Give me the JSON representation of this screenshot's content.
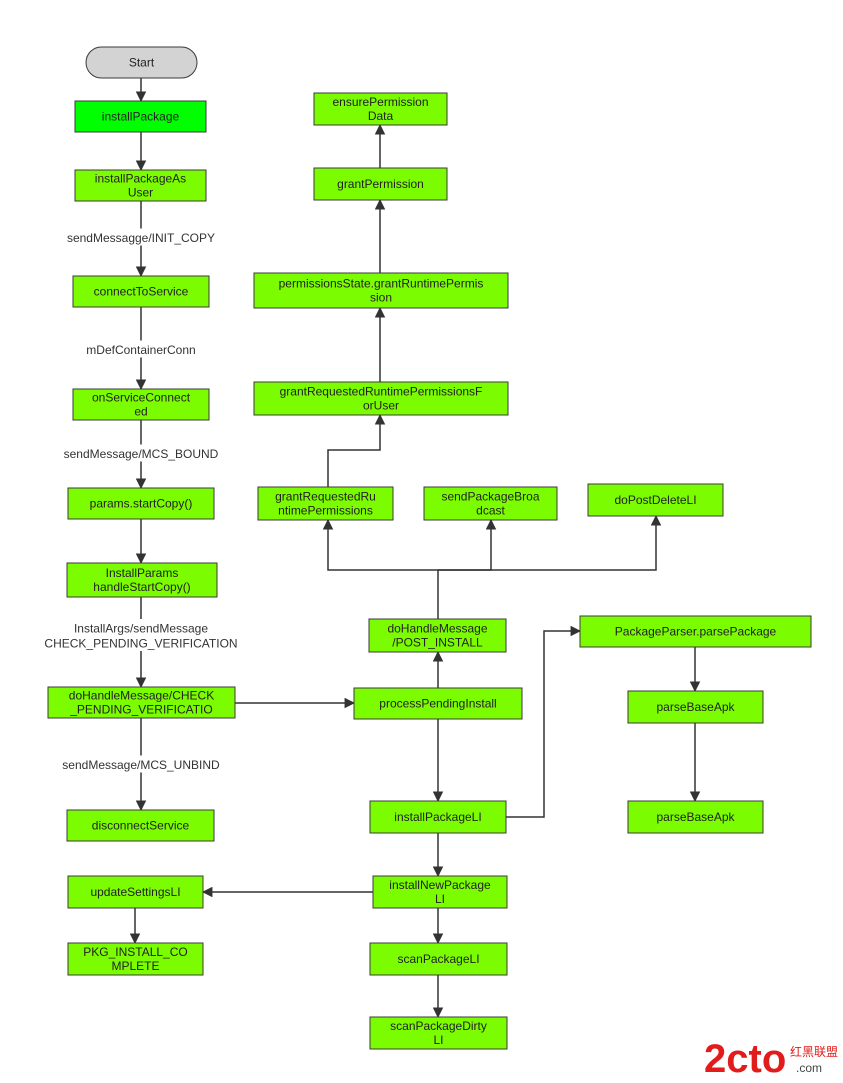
{
  "colors": {
    "node_fill": "#7cfc00",
    "node_fill_highlight": "#00ff00",
    "start_fill": "#d3d3d3"
  },
  "nodes": [
    {
      "id": "start",
      "lines": [
        "Start"
      ],
      "shape": "pill"
    },
    {
      "id": "installPackage",
      "lines": [
        "installPackage"
      ],
      "highlight": true
    },
    {
      "id": "installPackageAsUser",
      "lines": [
        "installPackageAs",
        "User"
      ]
    },
    {
      "id": "connectToService",
      "lines": [
        "connectToService"
      ]
    },
    {
      "id": "onServiceConnected",
      "lines": [
        "onServiceConnect",
        "ed"
      ]
    },
    {
      "id": "paramsStartCopy",
      "lines": [
        "params.startCopy()"
      ]
    },
    {
      "id": "installParamsHandleStartCopy",
      "lines": [
        "InstallParams",
        "handleStartCopy()"
      ]
    },
    {
      "id": "doHandleMessageCheck",
      "lines": [
        "doHandleMessage/CHECK",
        "_PENDING_VERIFICATIO"
      ]
    },
    {
      "id": "disconnectService",
      "lines": [
        "disconnectService"
      ]
    },
    {
      "id": "processPendingInstall",
      "lines": [
        "processPendingInstall"
      ]
    },
    {
      "id": "doHandleMessagePost",
      "lines": [
        "doHandleMessage",
        "/POST_INSTALL"
      ]
    },
    {
      "id": "grantRequestedRuntimePermissions",
      "lines": [
        "grantRequestedRu",
        "ntimePermissions"
      ]
    },
    {
      "id": "sendPackageBroadcast",
      "lines": [
        "sendPackageBroa",
        "dcast"
      ]
    },
    {
      "id": "doPostDeleteLI",
      "lines": [
        "doPostDeleteLI"
      ]
    },
    {
      "id": "grantRequestedRuntimePermissionsForUser",
      "lines": [
        "grantRequestedRuntimePermissionsF",
        "orUser"
      ]
    },
    {
      "id": "permissionsStateGrant",
      "lines": [
        "permissionsState.grantRuntimePermis",
        "sion"
      ]
    },
    {
      "id": "grantPermission",
      "lines": [
        "grantPermission"
      ]
    },
    {
      "id": "ensurePermissionData",
      "lines": [
        "ensurePermission",
        "Data"
      ]
    },
    {
      "id": "installPackageLI",
      "lines": [
        "installPackageLI"
      ]
    },
    {
      "id": "packageParserParsePackage",
      "lines": [
        "PackageParser.parsePackage"
      ]
    },
    {
      "id": "parseBaseApk1",
      "lines": [
        "parseBaseApk"
      ]
    },
    {
      "id": "parseBaseApk2",
      "lines": [
        "parseBaseApk"
      ]
    },
    {
      "id": "installNewPackageLI",
      "lines": [
        "installNewPackage",
        "LI"
      ]
    },
    {
      "id": "updateSettingsLI",
      "lines": [
        "updateSettingsLI"
      ]
    },
    {
      "id": "pkgInstallComplete",
      "lines": [
        "PKG_INSTALL_CO",
        "MPLETE"
      ]
    },
    {
      "id": "scanPackageLI",
      "lines": [
        "scanPackageLI"
      ]
    },
    {
      "id": "scanPackageDirtyLI",
      "lines": [
        "scanPackageDirty",
        "LI"
      ]
    }
  ],
  "edges": [
    {
      "from": "start",
      "to": "installPackage"
    },
    {
      "from": "installPackage",
      "to": "installPackageAsUser"
    },
    {
      "from": "installPackageAsUser",
      "to": "connectToService",
      "label": [
        "sendMessagge/INIT_COPY"
      ]
    },
    {
      "from": "connectToService",
      "to": "onServiceConnected",
      "label": [
        "mDefContainerConn"
      ]
    },
    {
      "from": "onServiceConnected",
      "to": "paramsStartCopy",
      "label": [
        "sendMessage/MCS_BOUND"
      ]
    },
    {
      "from": "paramsStartCopy",
      "to": "installParamsHandleStartCopy"
    },
    {
      "from": "installParamsHandleStartCopy",
      "to": "doHandleMessageCheck",
      "label": [
        "InstallArgs/sendMessage",
        "CHECK_PENDING_VERIFICATION"
      ]
    },
    {
      "from": "doHandleMessageCheck",
      "to": "disconnectService",
      "label": [
        "sendMessage/MCS_UNBIND"
      ]
    },
    {
      "from": "doHandleMessageCheck",
      "to": "processPendingInstall"
    },
    {
      "from": "processPendingInstall",
      "to": "doHandleMessagePost"
    },
    {
      "from": "doHandleMessagePost",
      "to": "grantRequestedRuntimePermissions"
    },
    {
      "from": "doHandleMessagePost",
      "to": "sendPackageBroadcast"
    },
    {
      "from": "doHandleMessagePost",
      "to": "doPostDeleteLI"
    },
    {
      "from": "grantRequestedRuntimePermissions",
      "to": "grantRequestedRuntimePermissionsForUser"
    },
    {
      "from": "grantRequestedRuntimePermissionsForUser",
      "to": "permissionsStateGrant"
    },
    {
      "from": "permissionsStateGrant",
      "to": "grantPermission"
    },
    {
      "from": "grantPermission",
      "to": "ensurePermissionData"
    },
    {
      "from": "processPendingInstall",
      "to": "installPackageLI"
    },
    {
      "from": "installPackageLI",
      "to": "packageParserParsePackage"
    },
    {
      "from": "packageParserParsePackage",
      "to": "parseBaseApk1"
    },
    {
      "from": "parseBaseApk1",
      "to": "parseBaseApk2"
    },
    {
      "from": "installPackageLI",
      "to": "installNewPackageLI"
    },
    {
      "from": "installNewPackageLI",
      "to": "updateSettingsLI"
    },
    {
      "from": "updateSettingsLI",
      "to": "pkgInstallComplete"
    },
    {
      "from": "installNewPackageLI",
      "to": "scanPackageLI"
    },
    {
      "from": "scanPackageLI",
      "to": "scanPackageDirtyLI"
    }
  ],
  "watermark": {
    "logo_text": "2cto",
    "domain_text": ".com",
    "cn_text": "红黑联盟"
  }
}
